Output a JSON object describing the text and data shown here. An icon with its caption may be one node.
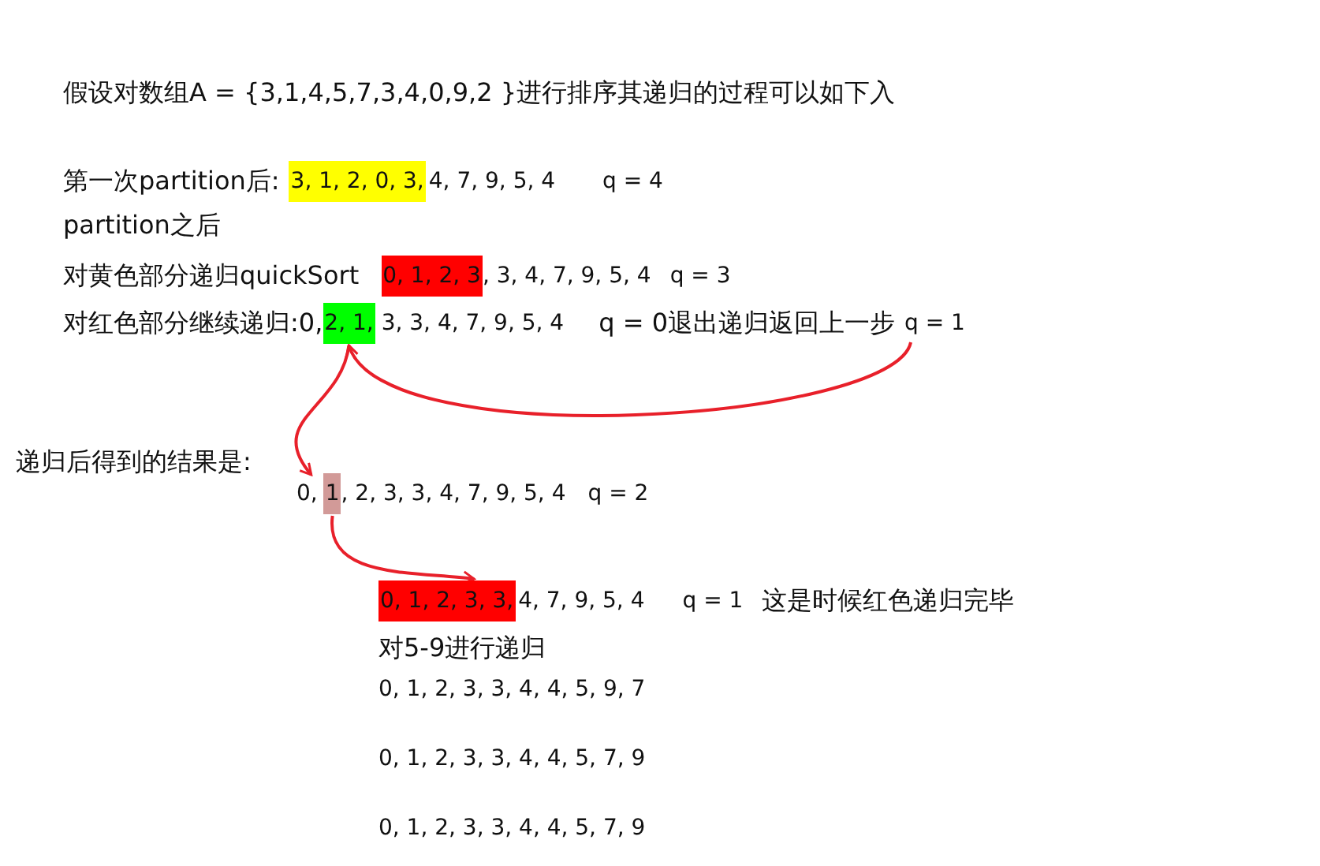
{
  "diagram": {
    "nodes": [
      {
        "text": [
          "3, 1, 2, 0, 3,"
        ]
      },
      {
        "text": [
          "0, 1, 2, 3"
        ]
      },
      {
        "text": [
          "2, 1,"
        ]
      },
      {
        "text": [
          "q = 1"
        ]
      },
      {
        "text": [
          "0,"
        ]
      },
      {
        "text": [
          "1"
        ]
      },
      {
        "text": [
          "0, 1, 2, 3, 3,"
        ]
      }
    ],
    "edges": [
      {
        "from": 3,
        "to": 2,
        "arrow": "to"
      },
      {
        "from": 2,
        "to": 4,
        "arrow": "to"
      },
      {
        "from": 5,
        "to": 6,
        "arrow": "to"
      }
    ],
    "labels": [
      "假设对数组A = {3,1,4,5,7,3,4,0,9,2 }进行排序其递归的过程可以如下入",
      "第一次partition后:",
      "4, 7, 9, 5, 4",
      "q = 4",
      "partition之后",
      "对黄色部分递归quickSort",
      ", 3, 4, 7, 9, 5, 4",
      "q = 3",
      "对红色部分继续递归:0,",
      "3, 3, 4, 7, 9, 5, 4",
      "q = 0退出递归返回上一步",
      "递归后得到的结果是:",
      ", 2, 3, 3, 4, 7, 9, 5, 4",
      "q = 2",
      "4, 7, 9, 5, 4",
      "q = 1",
      "这是时候红色递归完毕",
      "对5-9进行递归",
      "0, 1, 2, 3, 3, 4, 4, 5, 9, 7",
      "0, 1, 2, 3, 3, 4, 4, 5, 7, 9",
      "0, 1, 2, 3, 3, 4, 4, 5, 7, 9"
    ]
  }
}
